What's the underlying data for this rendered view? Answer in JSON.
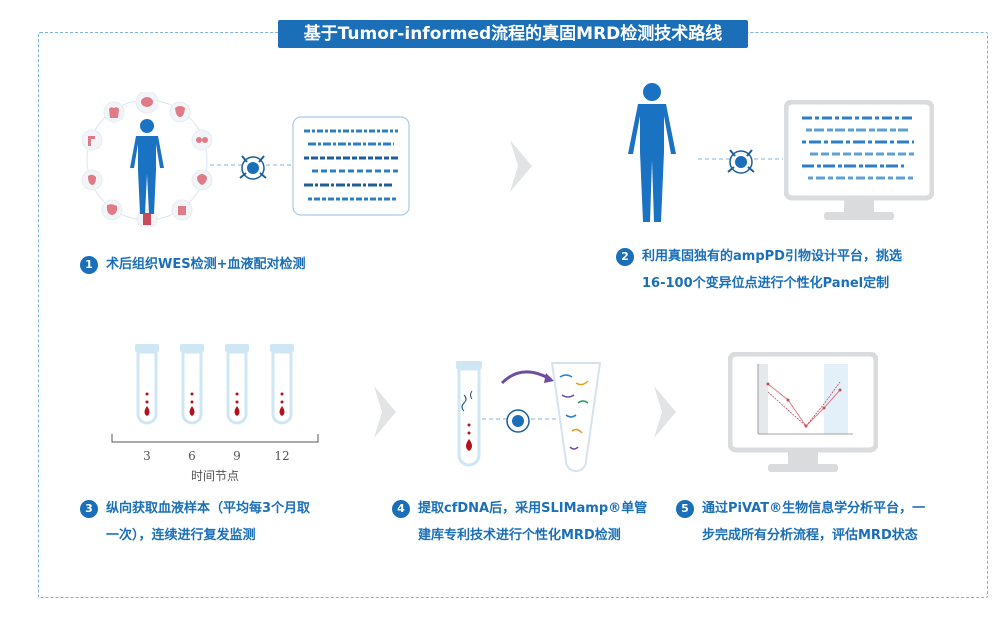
{
  "title": "基于Tumor-informed流程的真固MRD检测技术路线",
  "steps": [
    {
      "num": "1",
      "line1": "术后组织WES检测+血液配对检测",
      "line2": ""
    },
    {
      "num": "2",
      "line1": "利用真固独有的ampPD引物设计平台，挑选",
      "line2": "16-100个变异位点进行个性化Panel定制"
    },
    {
      "num": "3",
      "line1": "纵向获取血液样本（平均每3个月取",
      "line2": "一次），连续进行复发监测"
    },
    {
      "num": "4",
      "line1": "提取cfDNA后，采用SLIMamp®单管",
      "line2": "建库专利技术进行个性化MRD检测"
    },
    {
      "num": "5",
      "line1": "通过PiVAT®生物信息学分析平台，一",
      "line2": "步完成所有分析流程，评估MRD状态"
    }
  ],
  "timeline": {
    "ticks": [
      "3",
      "6",
      "9",
      "12"
    ],
    "label": "时间节点"
  },
  "colors": {
    "primary": "#1a6fb8",
    "light_blue": "#cfe6f5",
    "blood": "#b3121a",
    "gray": "#d9dbdd"
  }
}
